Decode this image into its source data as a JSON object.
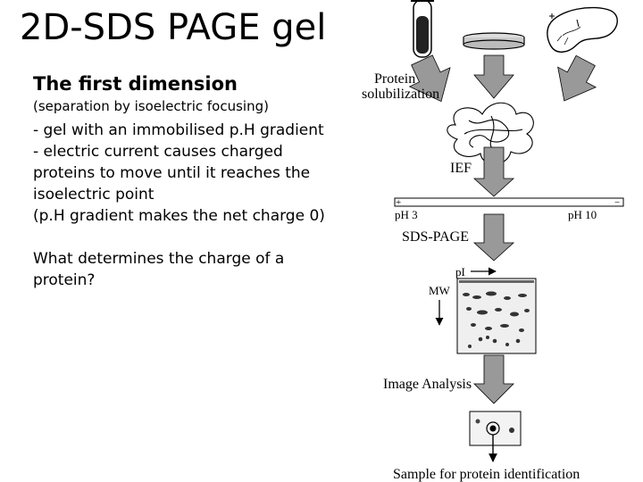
{
  "slide": {
    "title": "2D-SDS PAGE gel",
    "heading": "The first dimension",
    "subnote": "(separation by isoelectric focusing)",
    "lines": [
      "- gel with an immobilised p.H gradient",
      "- electric current causes charged",
      "proteins to move until it reaches the",
      "isoelectric point",
      "(p.H gradient makes the net charge 0)"
    ],
    "question_lines": [
      "What determines the charge of a",
      "protein?"
    ]
  },
  "diagram": {
    "step_solubilization_line1": "Protein",
    "step_solubilization_line2": "solubilization",
    "step_ief": "IEF",
    "strip_plus": "+",
    "strip_minus": "−",
    "strip_left_label": "pH 3",
    "strip_right_label": "pH 10",
    "step_sds": "SDS-PAGE",
    "pi_label": "pI",
    "mw_label": "MW",
    "step_image_analysis": "Image Analysis",
    "step_sample": "Sample for protein identification"
  }
}
